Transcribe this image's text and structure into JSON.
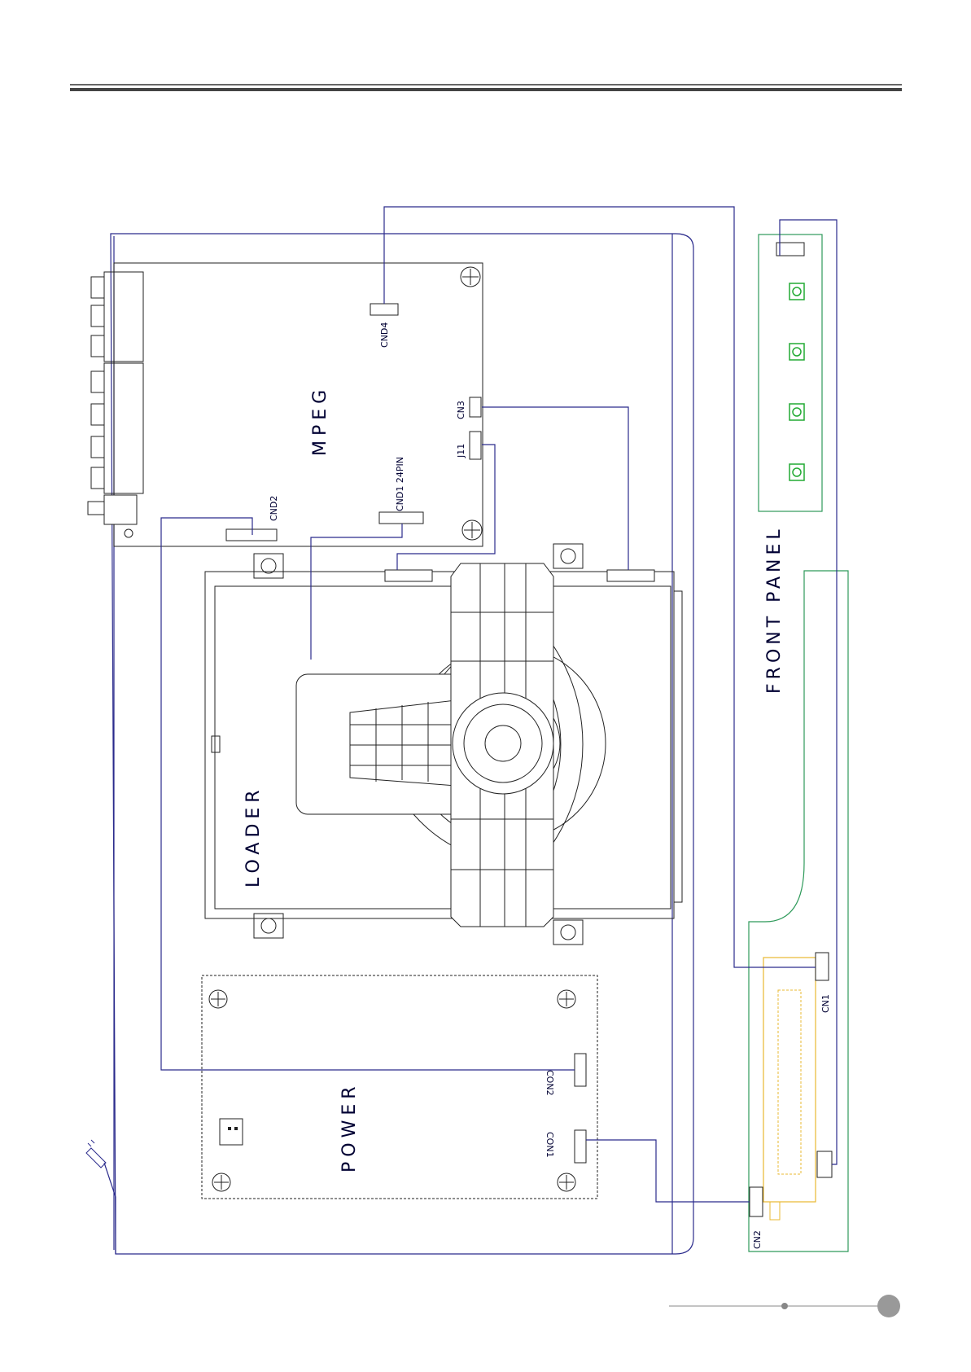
{
  "labels": {
    "mpeg": "MPEG",
    "loader": "LOADER",
    "power": "POWER",
    "front_panel": "FRONT PANEL",
    "cn_d4": "CND4",
    "cn_d2": "CND2",
    "cn_d1": "CND1 24PIN",
    "cn3": "CN3",
    "j11": "J11",
    "con2": "CON2",
    "con1": "CON1",
    "cn1": "CN1",
    "cn2": "CN2"
  },
  "colors": {
    "wire": "#2b2b8c",
    "outline": "#222222",
    "front_panel_board": "#2e9a5a",
    "display_module": "#e8b830",
    "keys": "#22aa33",
    "header_rule": "#555555"
  },
  "icons": [
    "screw-icon",
    "power-plug-icon",
    "page-marker-icon"
  ]
}
